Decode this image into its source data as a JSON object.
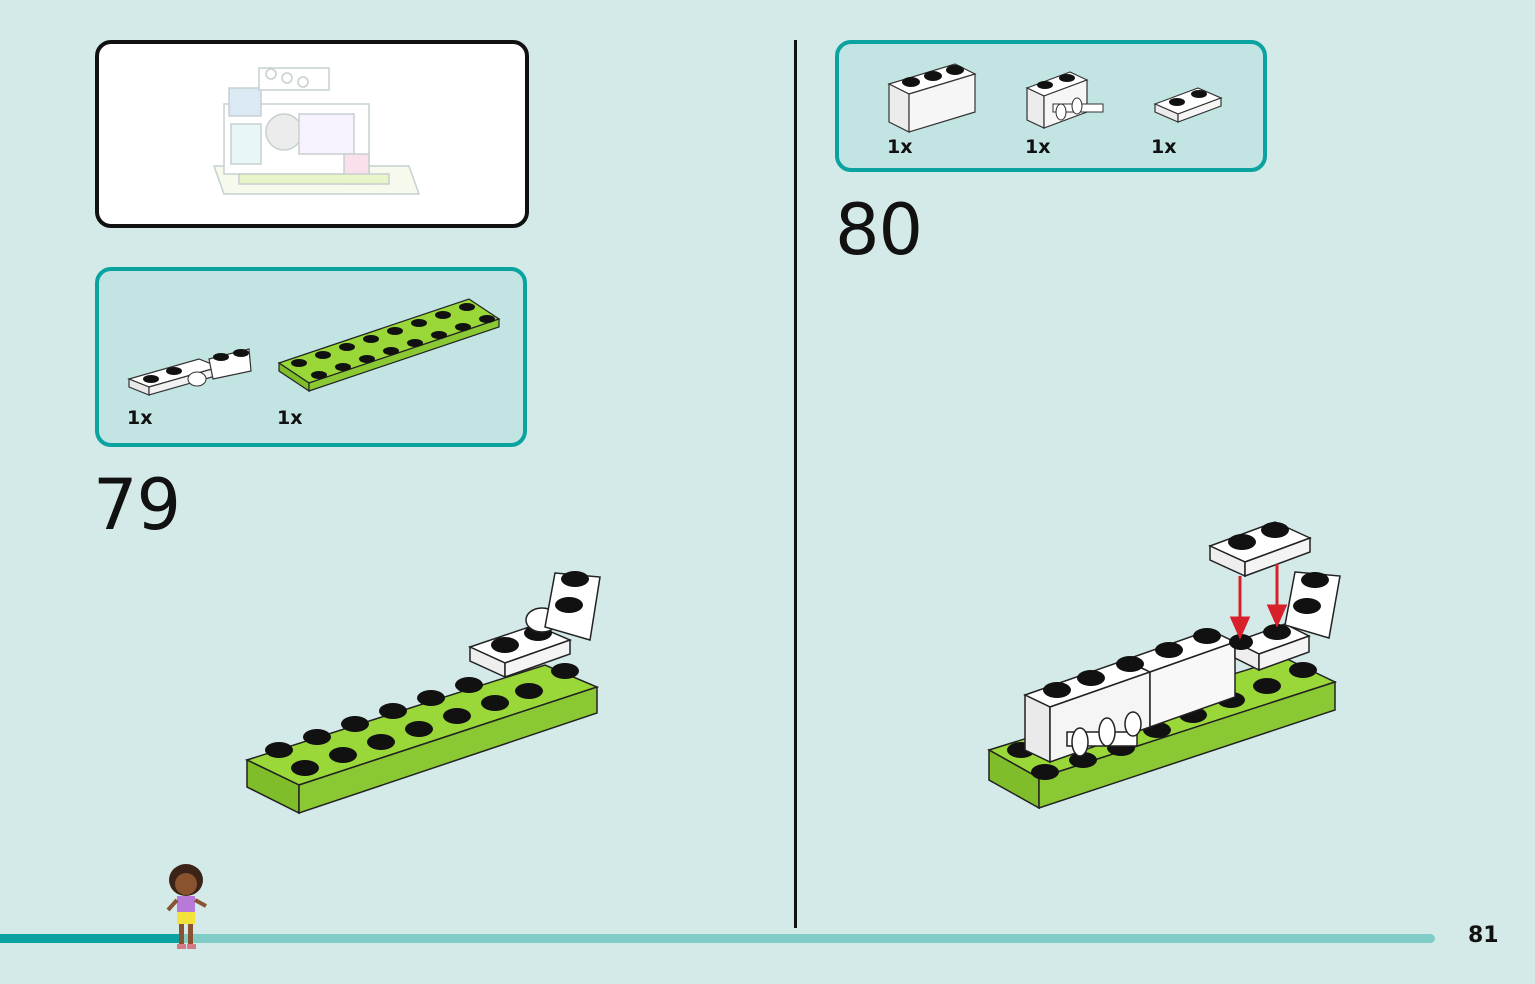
{
  "left_page": {
    "parts_list": [
      {
        "qty": "1x"
      },
      {
        "qty": "1x"
      }
    ],
    "step_number": "79"
  },
  "right_page": {
    "parts_list": [
      {
        "qty": "1x"
      },
      {
        "qty": "1x"
      },
      {
        "qty": "1x"
      }
    ],
    "step_number": "80"
  },
  "footer": {
    "page_number": "81",
    "progress_percent": 12.7
  },
  "colors": {
    "background": "#d3eae9",
    "accent": "#0aa3a0",
    "brick_green": "#9ad83a",
    "arrow_red": "#d8202a"
  }
}
